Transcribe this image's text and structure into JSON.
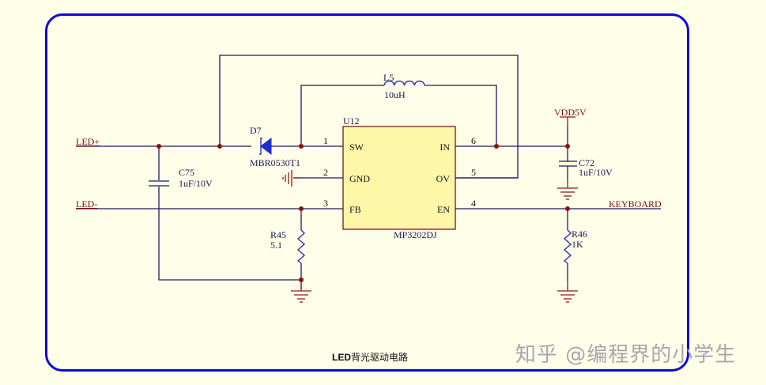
{
  "diagram": {
    "title_bold": "LED",
    "title_rest": "背光驱动电路",
    "watermark": "知乎 @编程界的小学生",
    "colors": {
      "background": "#fffee9",
      "frame": "#0a0ad8",
      "wire": "#1a1a60",
      "junction": "#8b1010",
      "ic_fill": "#fff7a8",
      "ic_border": "#7a1a1a"
    },
    "nets": {
      "led_plus": "LED+",
      "led_minus": "LED-",
      "vdd": "VDD5V",
      "keyboard": "KEYBOARD"
    },
    "components": {
      "u12": {
        "ref": "U12",
        "value": "MP3202DJ",
        "pins_left": [
          {
            "num": "1",
            "name": "SW"
          },
          {
            "num": "2",
            "name": "GND"
          },
          {
            "num": "3",
            "name": "FB"
          }
        ],
        "pins_right": [
          {
            "num": "6",
            "name": "IN"
          },
          {
            "num": "5",
            "name": "OV"
          },
          {
            "num": "4",
            "name": "EN"
          }
        ]
      },
      "d7": {
        "ref": "D7",
        "value": "MBR0530T1"
      },
      "l5": {
        "ref": "L5",
        "value": "10uH"
      },
      "c75": {
        "ref": "C75",
        "value": "1uF/10V"
      },
      "c72": {
        "ref": "C72",
        "value": "1uF/10V"
      },
      "r45": {
        "ref": "R45",
        "value": "5.1"
      },
      "r46": {
        "ref": "R46",
        "value": "1K"
      }
    }
  }
}
